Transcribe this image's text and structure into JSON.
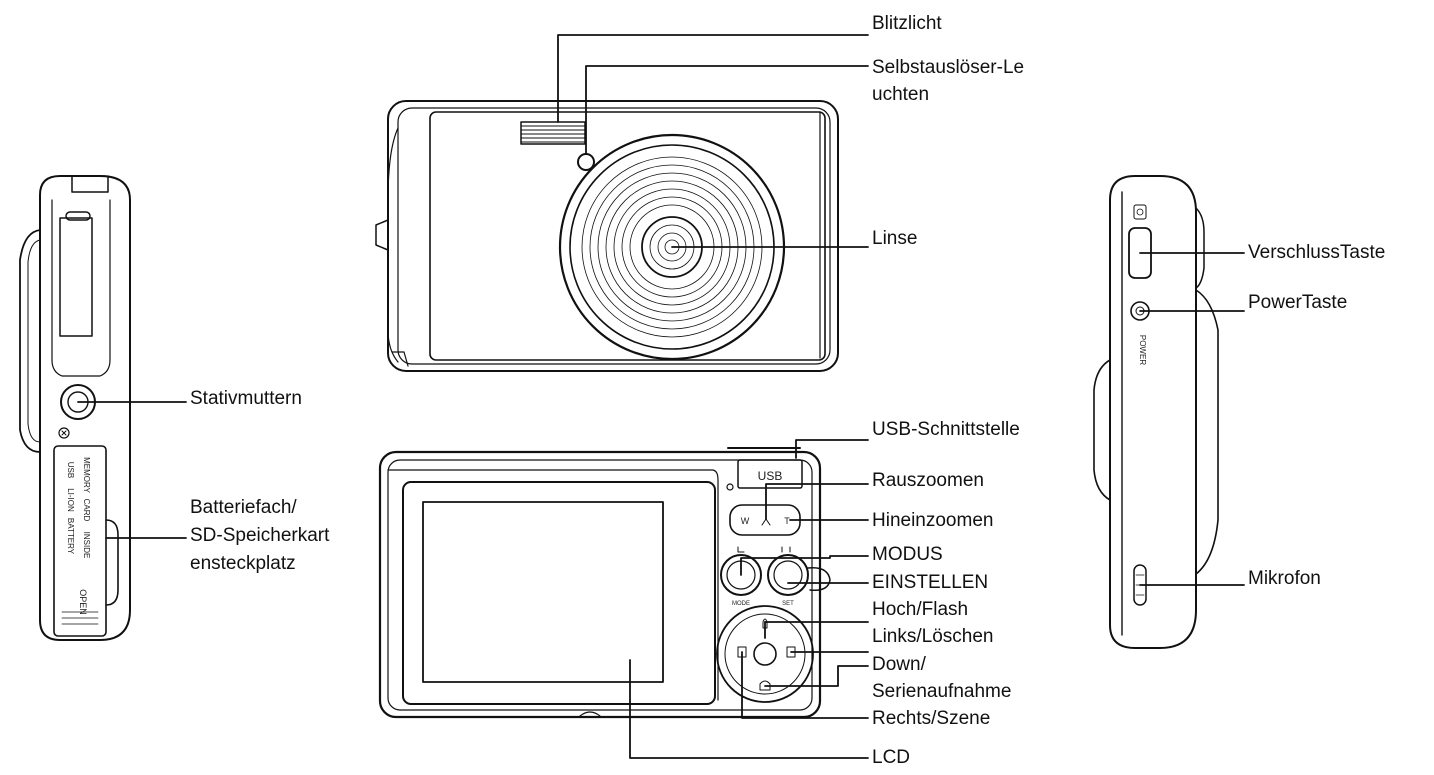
{
  "front": {
    "flash": "Blitzlicht",
    "self_timer_line1": "Selbstauslöser-Le",
    "self_timer_line2": "uchten",
    "lens": "Linse"
  },
  "left_side": {
    "tripod": "Stativmuttern",
    "battery_line1": "Batteriefach/",
    "battery_line2": "SD-Speicherkart",
    "battery_line3": "ensteckplatz",
    "door_text": [
      "USB",
      "LI-ION",
      "BATTERY",
      "MEMORY",
      "CARD",
      "INSIDE",
      "OPEN"
    ]
  },
  "back": {
    "usb_port": "USB-Schnittstelle",
    "usb_text": "USB",
    "zoom_out": "Rauszoomen",
    "zoom_in": "Hineinzoomen",
    "zoom_w": "W",
    "zoom_t": "T",
    "mode": "MODUS",
    "set": "EINSTELLEN",
    "mode_btn_text": "MODE",
    "set_btn_text": "SET",
    "up": "Hoch/Flash",
    "left": "Links/Löschen",
    "down_line1": "Down/",
    "down_line2": "Serienaufnahme",
    "right": "Rechts/Szene",
    "lcd": "LCD"
  },
  "right_side": {
    "shutter": "VerschlussTaste",
    "power": "PowerTaste",
    "power_text": "POWER",
    "mic": "Mikrofon"
  }
}
